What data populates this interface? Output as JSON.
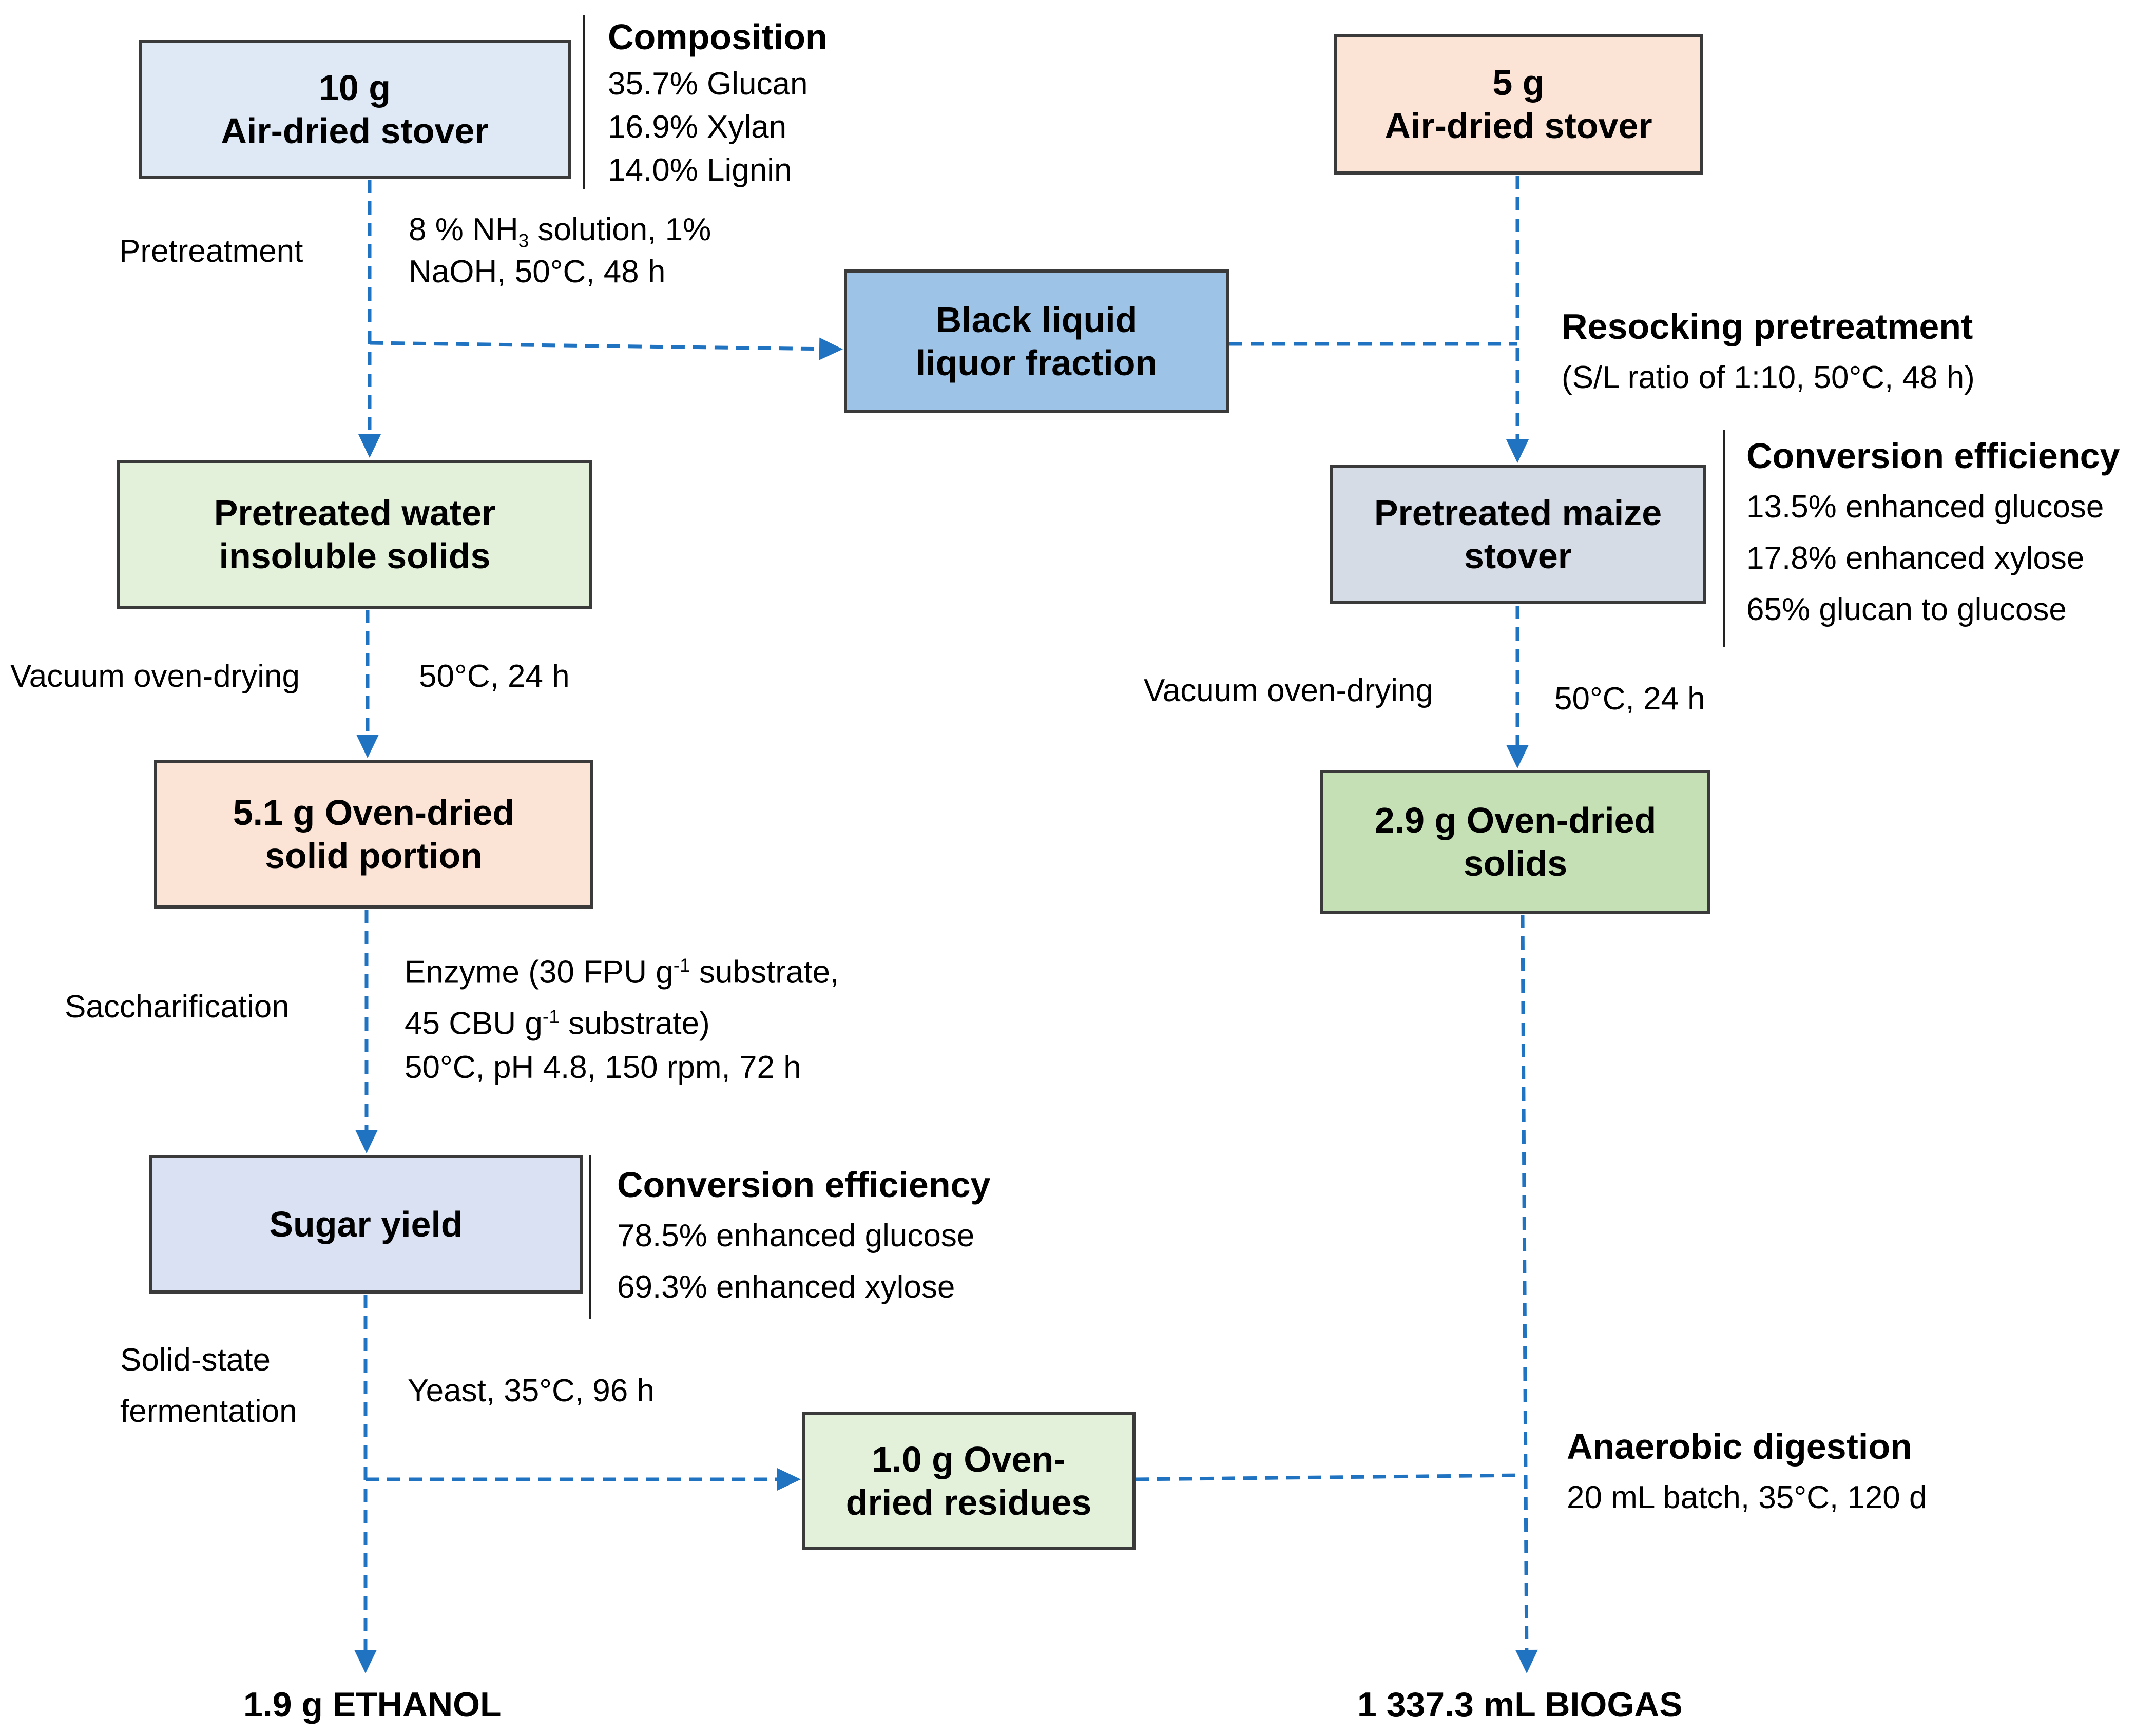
{
  "colors": {
    "line": "#1f73c1",
    "blue_light": "#dfe9f5",
    "peach": "#fbe4d6",
    "green_light": "#e3f0da",
    "blue_mid": "#9dc3e6",
    "gray_blue": "#d6dce5",
    "green_mid": "#c5e0b4",
    "lavender": "#d9e1f2"
  },
  "boxes": {
    "stover_10g": {
      "line1": "10 g",
      "line2": "Air-dried stover"
    },
    "stover_5g": {
      "line1": "5 g",
      "line2": "Air-dried stover"
    },
    "black_liquor": {
      "line1": "Black liquid",
      "line2": "liquor fraction"
    },
    "pretreated_wis": {
      "line1": "Pretreated water",
      "line2": "insoluble solids"
    },
    "pretreated_maize": {
      "line1": "Pretreated maize",
      "line2": "stover"
    },
    "oven_dried_solid": {
      "line1": "5.1 g Oven-dried",
      "line2": "solid portion"
    },
    "oven_dried_solids": {
      "line1": "2.9 g Oven-dried",
      "line2": "solids"
    },
    "sugar_yield": {
      "line1": "Sugar yield"
    },
    "oven_dried_residues": {
      "line1": "1.0 g Oven-",
      "line2": "dried residues"
    }
  },
  "annotations": {
    "composition": {
      "heading": "Composition",
      "lines": [
        "35.7% Glucan",
        "16.9% Xylan",
        "14.0% Lignin"
      ]
    },
    "conversion_right": {
      "heading": "Conversion efficiency",
      "lines": [
        "13.5% enhanced glucose",
        "17.8% enhanced xylose",
        "65% glucan to glucose"
      ]
    },
    "conversion_left": {
      "heading": "Conversion efficiency",
      "lines": [
        "78.5% enhanced glucose",
        "69.3% enhanced xylose"
      ]
    },
    "resocking": {
      "heading": "Resocking pretreatment",
      "lines": [
        "(S/L ratio of 1:10, 50°C, 48 h)"
      ]
    },
    "anaerobic": {
      "heading": "Anaerobic digestion",
      "lines": [
        "20 mL batch, 35°C, 120 d"
      ]
    }
  },
  "steps": {
    "pretreatment": "Pretreatment",
    "pretreatment_cond1_a": "8 % NH",
    "pretreatment_cond1_sub": "3",
    "pretreatment_cond1_b": " solution, 1%",
    "pretreatment_cond2": "NaOH, 50°C, 48 h",
    "vacuum_left": "Vacuum oven-drying",
    "vacuum_left_cond": "50°C, 24 h",
    "vacuum_right": "Vacuum oven-drying",
    "vacuum_right_cond": "50°C, 24 h",
    "saccharification": "Saccharification",
    "sacc_cond1_a": "Enzyme (30 FPU g",
    "sacc_cond1_sup": "-1",
    "sacc_cond1_b": " substrate,",
    "sacc_cond2_a": "45 CBU g",
    "sacc_cond2_sup": "-1",
    "sacc_cond2_b": " substrate)",
    "sacc_cond3": "50°C, pH 4.8, 150 rpm, 72 h",
    "fermentation1": "Solid-state",
    "fermentation2": "fermentation",
    "fermentation_cond": "Yeast, 35°C, 96 h"
  },
  "outputs": {
    "ethanol": "1.9 g ETHANOL",
    "biogas": "1 337.3 mL BIOGAS"
  }
}
